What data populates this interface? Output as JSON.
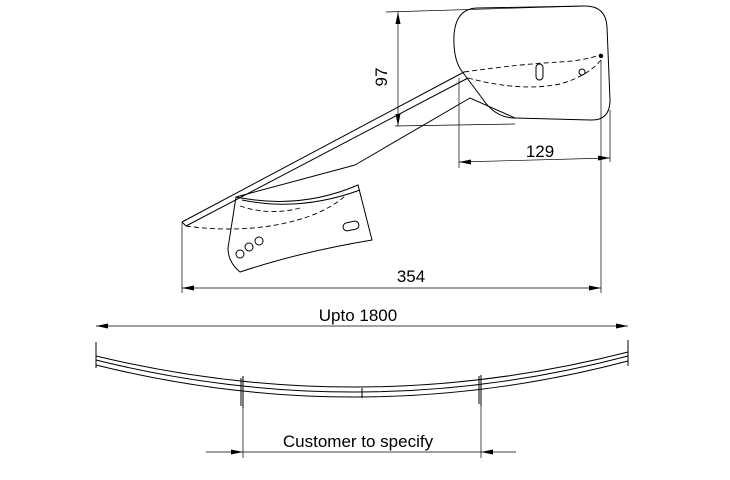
{
  "dimensions": {
    "height_97": "97",
    "width_129": "129",
    "length_354": "354",
    "overall_length": "Upto 1800",
    "customer_span": "Customer to specify"
  }
}
